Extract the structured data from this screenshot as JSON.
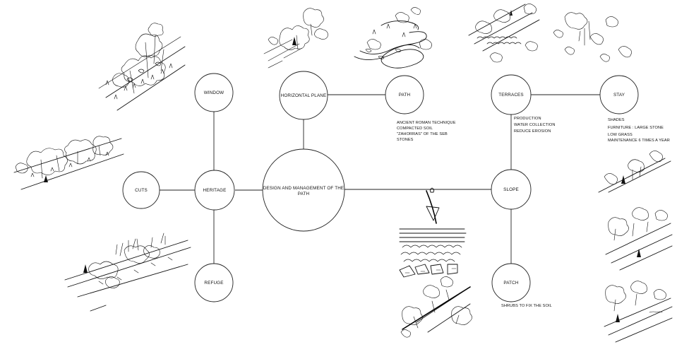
{
  "nodes": {
    "central": "DESIGN AND MANAGEMENT OF THE PATH",
    "horizontal_plane": "HORIZONTAL PLANE",
    "path": "PATH",
    "window": "WINDOW",
    "heritage": "HERITAGE",
    "cuts": "CUTS",
    "refuge": "REFUGE",
    "slope": "SLOPE",
    "terraces": "TERRACES",
    "stay": "STAY",
    "patch": "PATCH"
  },
  "notes": {
    "path": [
      "ANCIENT ROMAN TECHNIQUE",
      "COMPACTED SOIL",
      "\"ZAHORRAS\" OF THE SEB",
      "STONES"
    ],
    "terraces": [
      "PRODUCTION",
      "WATER COLLECTION",
      "REDUCE EROSION"
    ],
    "stay": [
      "SHADES",
      "FURNITURE : LARGE STONE",
      "LOW GRASS",
      "MAINTENANCE 6 TIMES A YEAR"
    ],
    "patch": [
      "SHRUBS TO FIX THE SOIL"
    ]
  },
  "sketches": [
    "sketch-forest-top-left",
    "sketch-forest-left",
    "sketch-refuge-grass",
    "sketch-path-trees",
    "sketch-winding-path",
    "sketch-terraces-aerial",
    "sketch-stay-trees",
    "sketch-right-slope-1",
    "sketch-right-slope-2",
    "sketch-right-slope-3",
    "sketch-soil-section",
    "sketch-patch-shrubs"
  ]
}
